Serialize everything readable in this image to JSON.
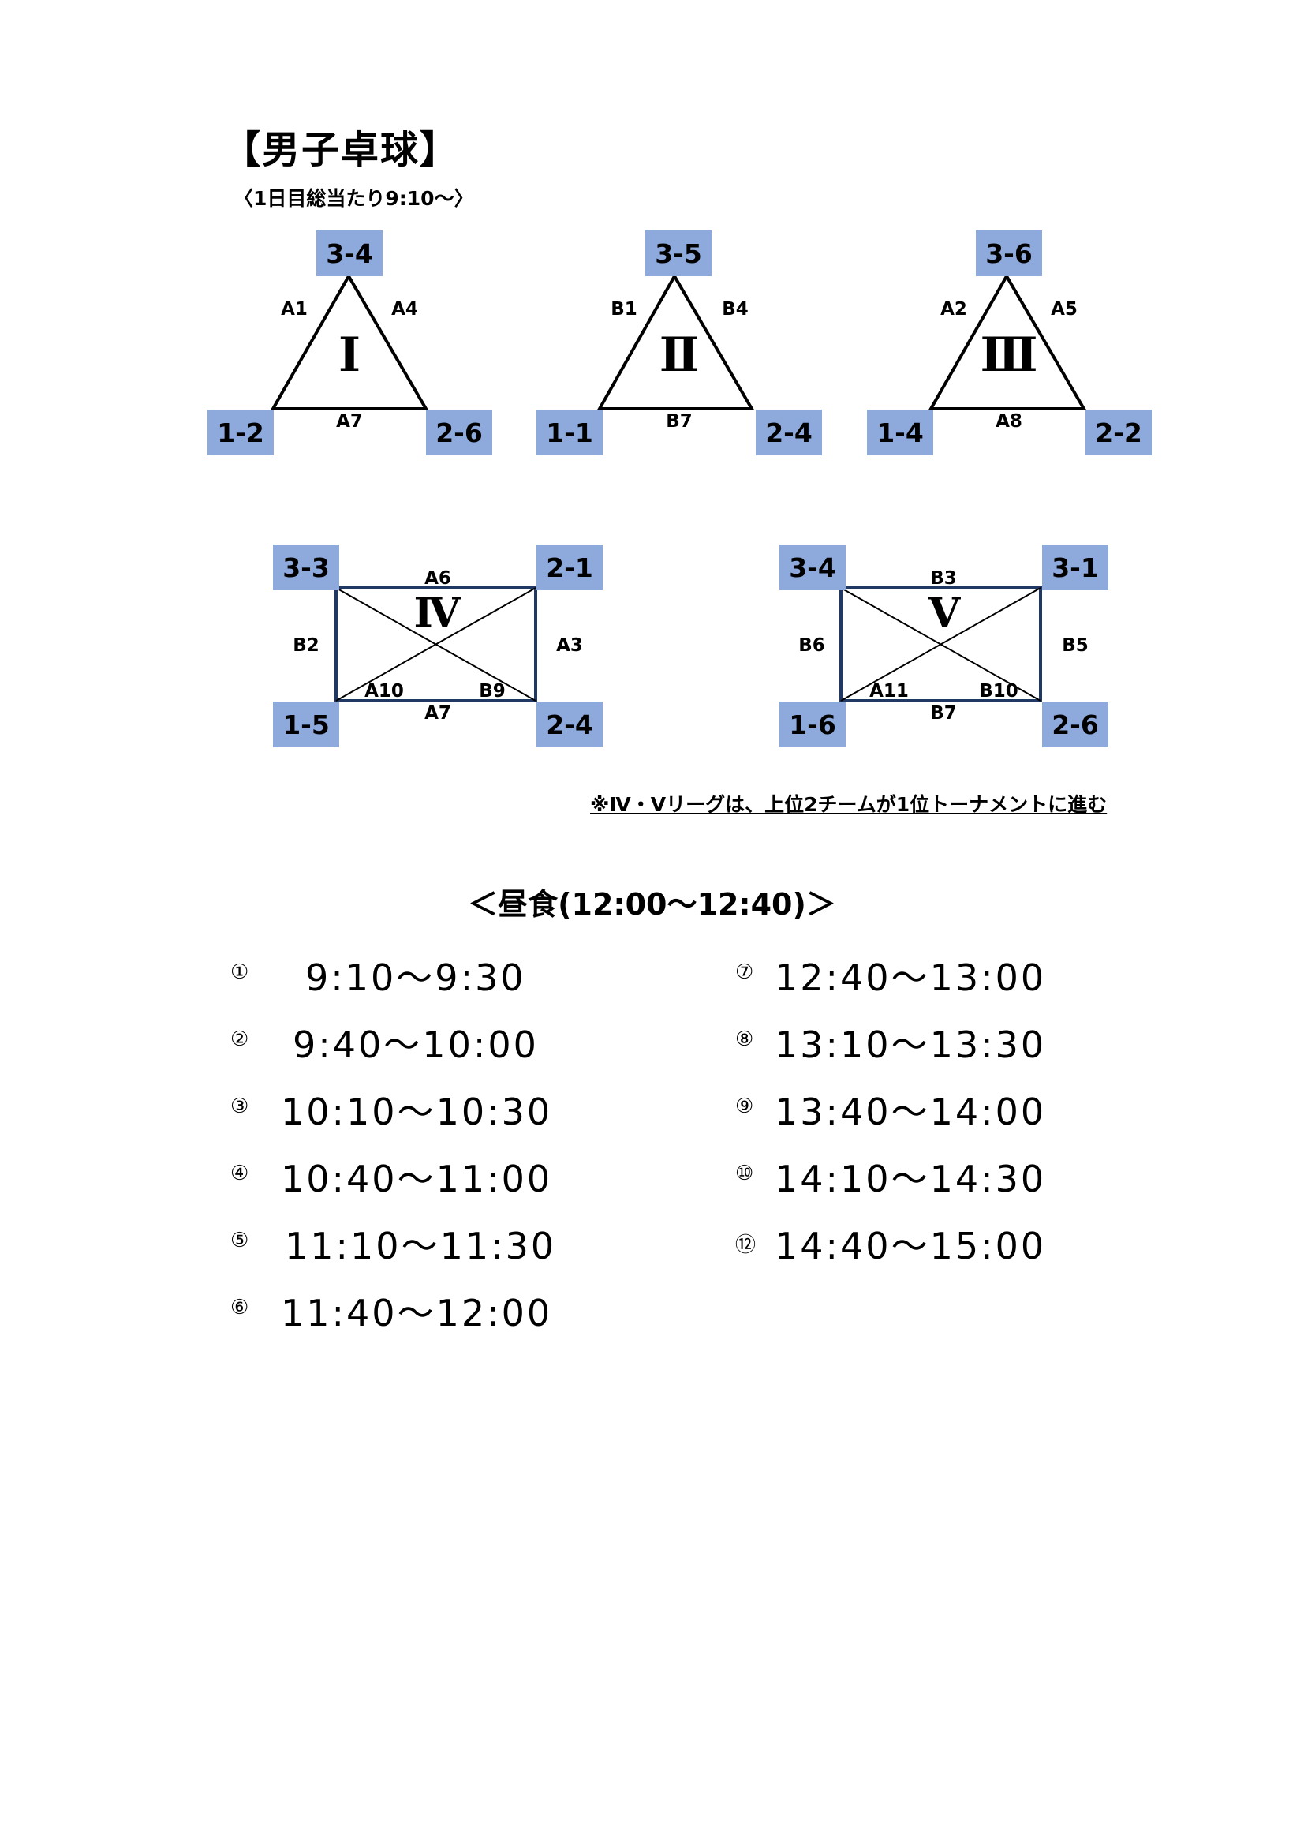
{
  "title": "【男子卓球】",
  "subtitle": "〈1日目総当たり9:10～〉",
  "leagues": [
    {
      "id": "I",
      "numeral": "Ⅰ",
      "top": "3-4",
      "left": "1-2",
      "right": "2-6",
      "edge_left": "A1",
      "edge_right": "A4",
      "edge_bottom": "A7"
    },
    {
      "id": "II",
      "numeral": "Ⅱ",
      "top": "3-5",
      "left": "1-1",
      "right": "2-4",
      "edge_left": "B1",
      "edge_right": "B4",
      "edge_bottom": "B7"
    },
    {
      "id": "III",
      "numeral": "Ⅲ",
      "top": "3-6",
      "left": "1-4",
      "right": "2-2",
      "edge_left": "A2",
      "edge_right": "A5",
      "edge_bottom": "A8"
    },
    {
      "id": "IV",
      "numeral": "Ⅳ",
      "tl": "3-3",
      "tr": "2-1",
      "bl": "1-5",
      "br": "2-4",
      "edge_top": "A6",
      "edge_left": "B2",
      "edge_right": "A3",
      "edge_bottom": "A7",
      "diag_left": "A10",
      "diag_right": "B9"
    },
    {
      "id": "V",
      "numeral": "Ⅴ",
      "tl": "3-4",
      "tr": "3-1",
      "bl": "1-6",
      "br": "2-6",
      "edge_top": "B3",
      "edge_left": "B6",
      "edge_right": "B5",
      "edge_bottom": "B7",
      "diag_left": "A11",
      "diag_right": "B10"
    }
  ],
  "note": "※Ⅳ・Ⅴリーグは、上位2チームが1位トーナメントに進む",
  "lunch": "＜昼食(12:00～12:40)＞",
  "schedule_left": [
    {
      "num": "①",
      "time": "9:10～9:30"
    },
    {
      "num": "②",
      "time": "9:40～10:00"
    },
    {
      "num": "③",
      "time": "10:10～10:30"
    },
    {
      "num": "④",
      "time": "10:40～11:00"
    },
    {
      "num": "⑤",
      "time": "11:10～11:30"
    },
    {
      "num": "⑥",
      "time": "11:40～12:00"
    }
  ],
  "schedule_right": [
    {
      "num": "⑦",
      "time": "12:40～13:00"
    },
    {
      "num": "⑧",
      "time": "13:10～13:30"
    },
    {
      "num": "⑨",
      "time": "13:40～14:00"
    },
    {
      "num": "⑩",
      "time": "14:10～14:30"
    },
    {
      "num": "⑫",
      "time": "14:40～15:00"
    }
  ],
  "colors": {
    "label_bg": "#8eaadc",
    "rect_stroke": "#1f3864",
    "line": "#000000"
  }
}
